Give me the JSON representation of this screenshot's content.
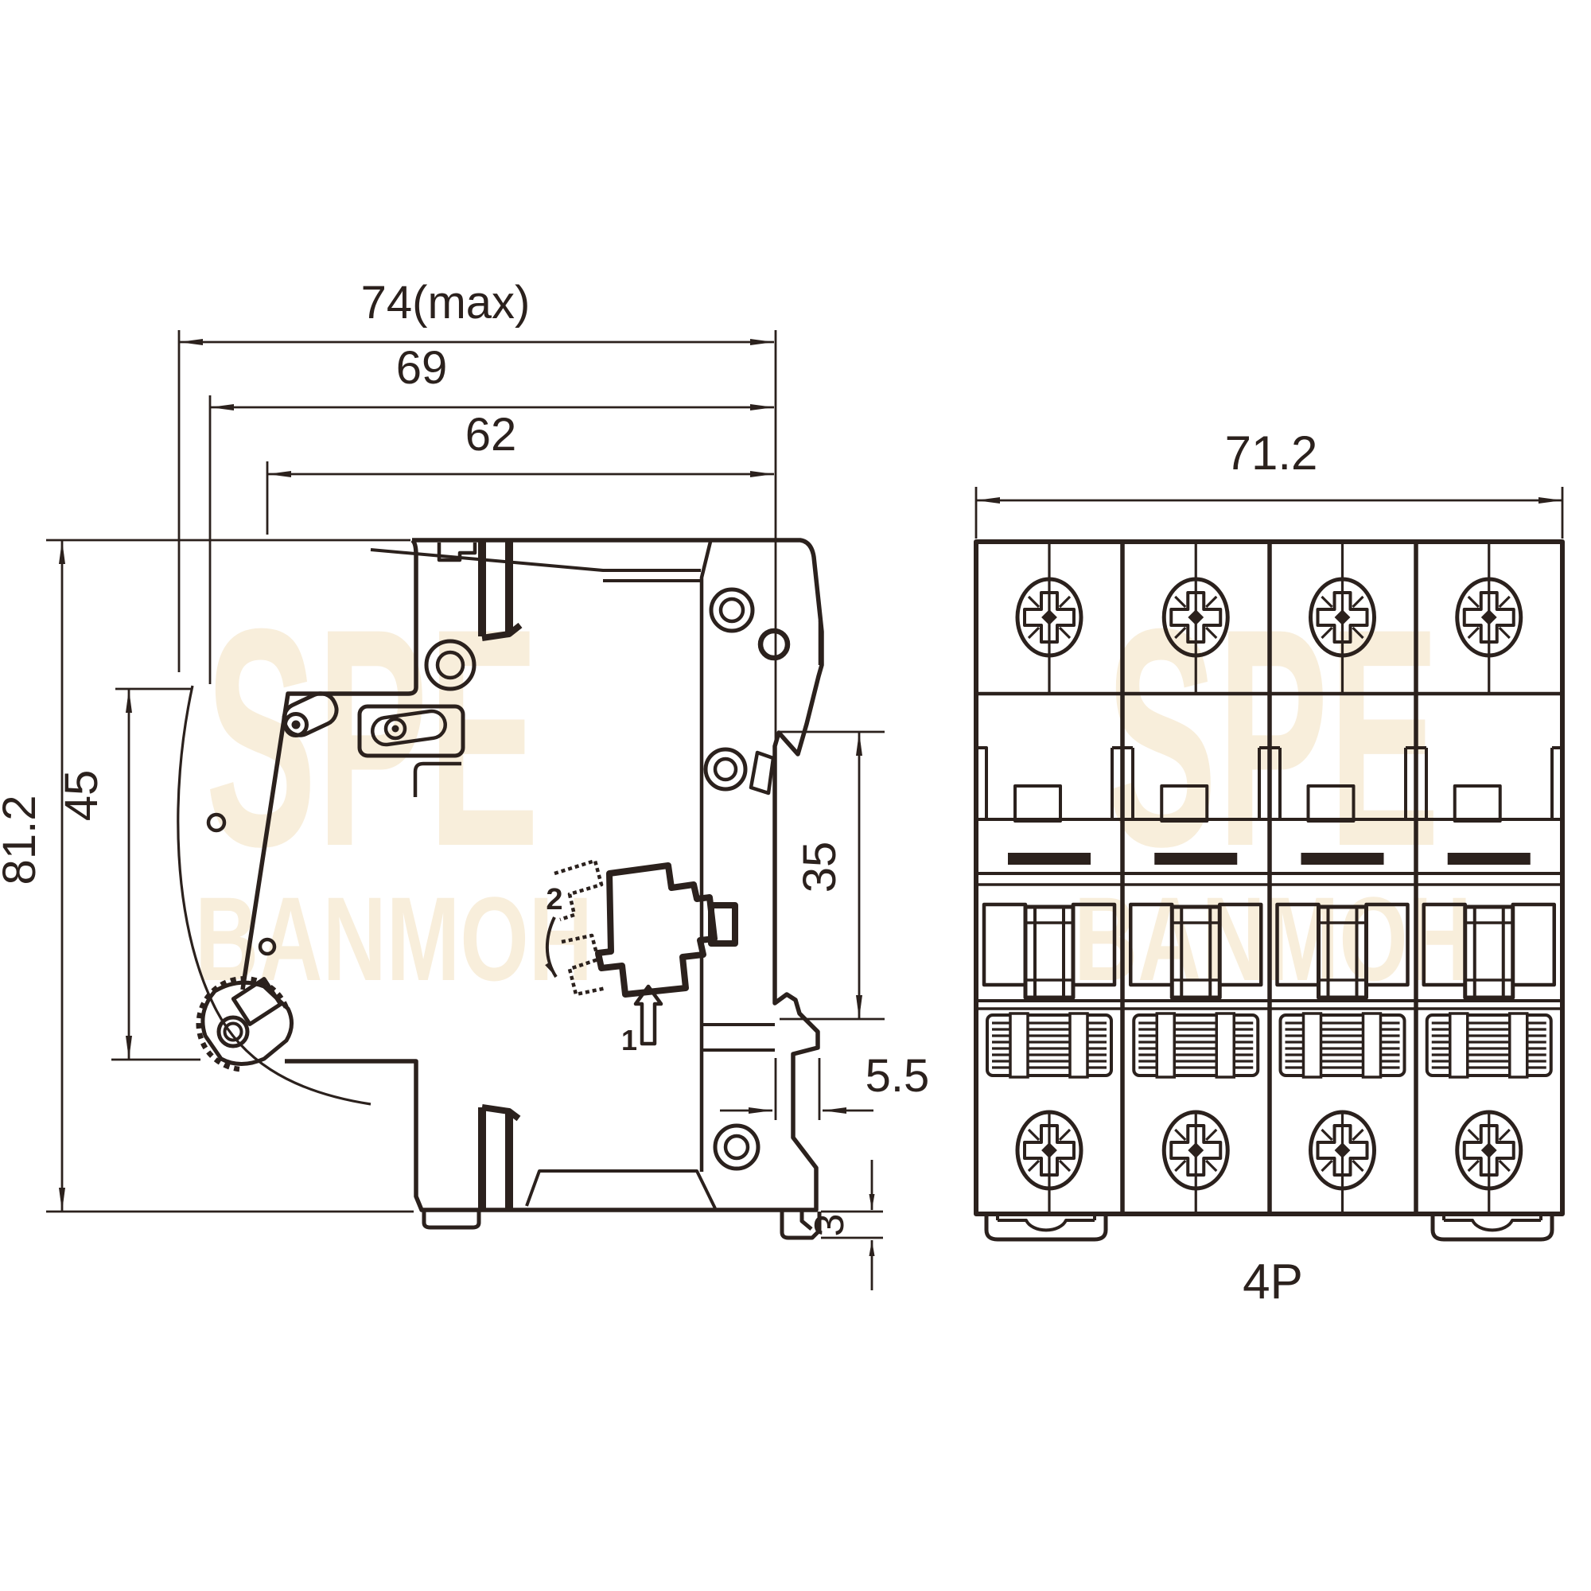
{
  "drawing": {
    "type": "technical-dimension-drawing",
    "subject": "4-pole miniature circuit breaker (MCB), side view and front view",
    "units_implied": "mm"
  },
  "watermark": {
    "line1": "SPE",
    "line2": "BANMOH"
  },
  "side_view": {
    "dims": {
      "width_max": {
        "label": "74(max)",
        "orientation": "horizontal"
      },
      "width_69": {
        "label": "69",
        "orientation": "horizontal"
      },
      "width_62": {
        "label": "62",
        "orientation": "horizontal"
      },
      "height_total": {
        "label": "81.2",
        "orientation": "vertical"
      },
      "height_front": {
        "label": "45",
        "orientation": "vertical"
      },
      "rail_gap": {
        "label": "35",
        "orientation": "vertical"
      },
      "rail_lip": {
        "label": "5.5",
        "orientation": "horizontal"
      },
      "foot_height": {
        "label": "3",
        "orientation": "vertical"
      }
    },
    "detail_labels": {
      "arrow1": "1",
      "arrow2": "2"
    }
  },
  "front_view": {
    "dims": {
      "width_total": {
        "label": "71.2",
        "orientation": "horizontal"
      }
    },
    "caption": "4P",
    "poles": 4
  },
  "colors": {
    "line": "#2b211d",
    "watermark": "#f8eedb",
    "background": "#ffffff"
  }
}
